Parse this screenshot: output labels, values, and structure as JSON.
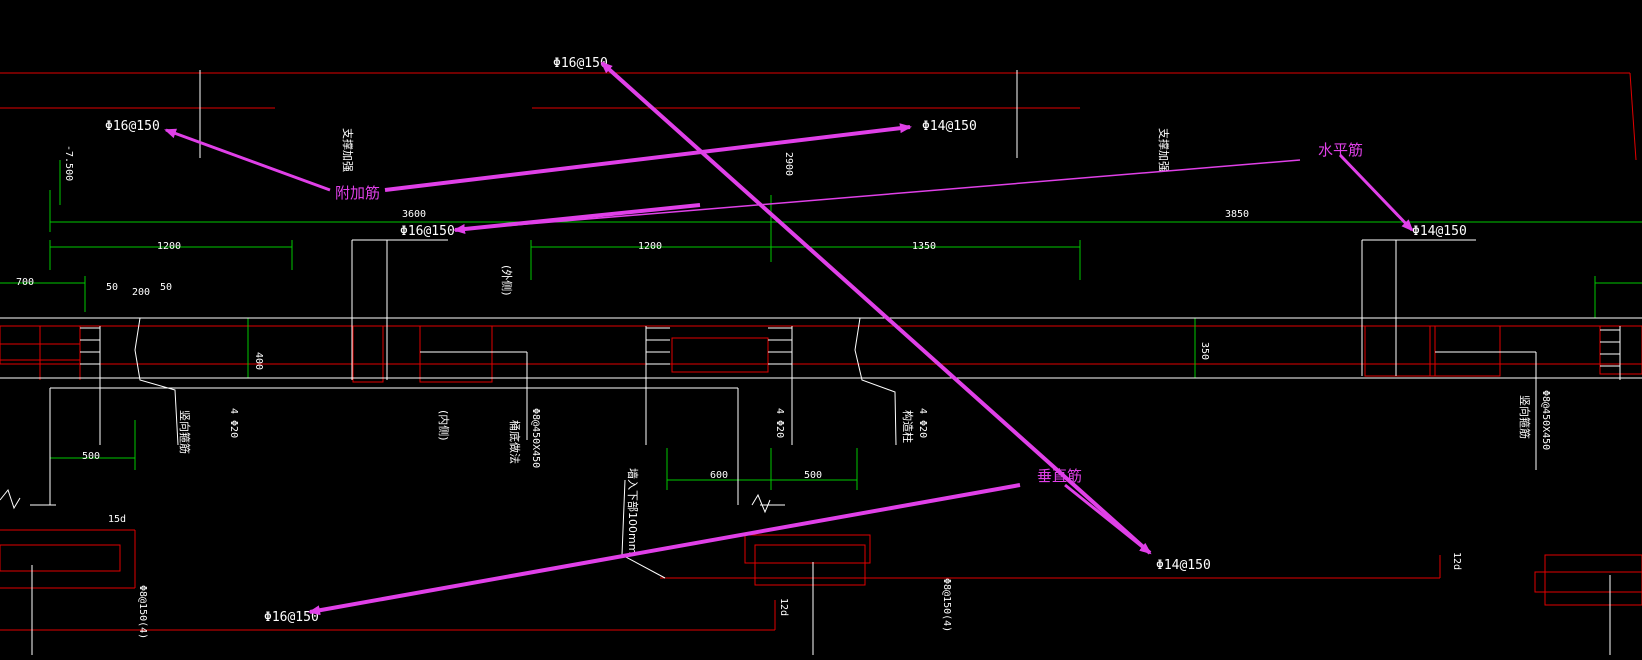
{
  "colors": {
    "background": "#000000",
    "rebar": "#e00000",
    "dimension": "#00c800",
    "structure": "#ffffff",
    "annotation": "#e040e8"
  },
  "annotations": {
    "additional_rebar": "附加筋",
    "horizontal_rebar": "水平筋",
    "vertical_rebar": "垂直筋"
  },
  "rebar_labels": {
    "top_center": "Φ16@150",
    "top_left": "Φ16@150",
    "top_mid": "Φ14@150",
    "mid_left": "Φ16@150",
    "mid_right": "Φ14@150",
    "bottom_left": "Φ16@150",
    "bottom_right": "Φ14@150",
    "stirrup_a": "Φ8@450X450",
    "stirrup_b": "Φ8@450X450",
    "bottom_stirrup_a": "Φ8@150(4)",
    "bottom_stirrup_b": "Φ8@150(4)",
    "bar_4d20_a": "4 Φ20",
    "bar_4d20_b": "4 Φ20",
    "bar_4d20_c": "4 Φ20"
  },
  "dimensions": {
    "d3600": "3600",
    "d3850": "3850",
    "d1200a": "1200",
    "d1200b": "1200",
    "d1350": "1350",
    "d700": "700",
    "d200": "200",
    "d50a": "50",
    "d50b": "50",
    "d400": "400",
    "d350": "350",
    "d500a": "500",
    "d600": "600",
    "d500b": "500",
    "d2900": "2900",
    "d7500": "-7.500",
    "d15d": "15d",
    "d12d_a": "12d",
    "d12d_b": "12d"
  },
  "notes": {
    "vert_a": "支撑加强",
    "vert_b": "支撑加强",
    "vert_c": "(外侧)",
    "vert_d": "(内侧)",
    "vert_e": "桶底做法",
    "vert_f": "墙入下部100mm",
    "vert_g": "竖向箍筋",
    "vert_h": "竖向箍筋",
    "vert_i": "构造柱"
  }
}
